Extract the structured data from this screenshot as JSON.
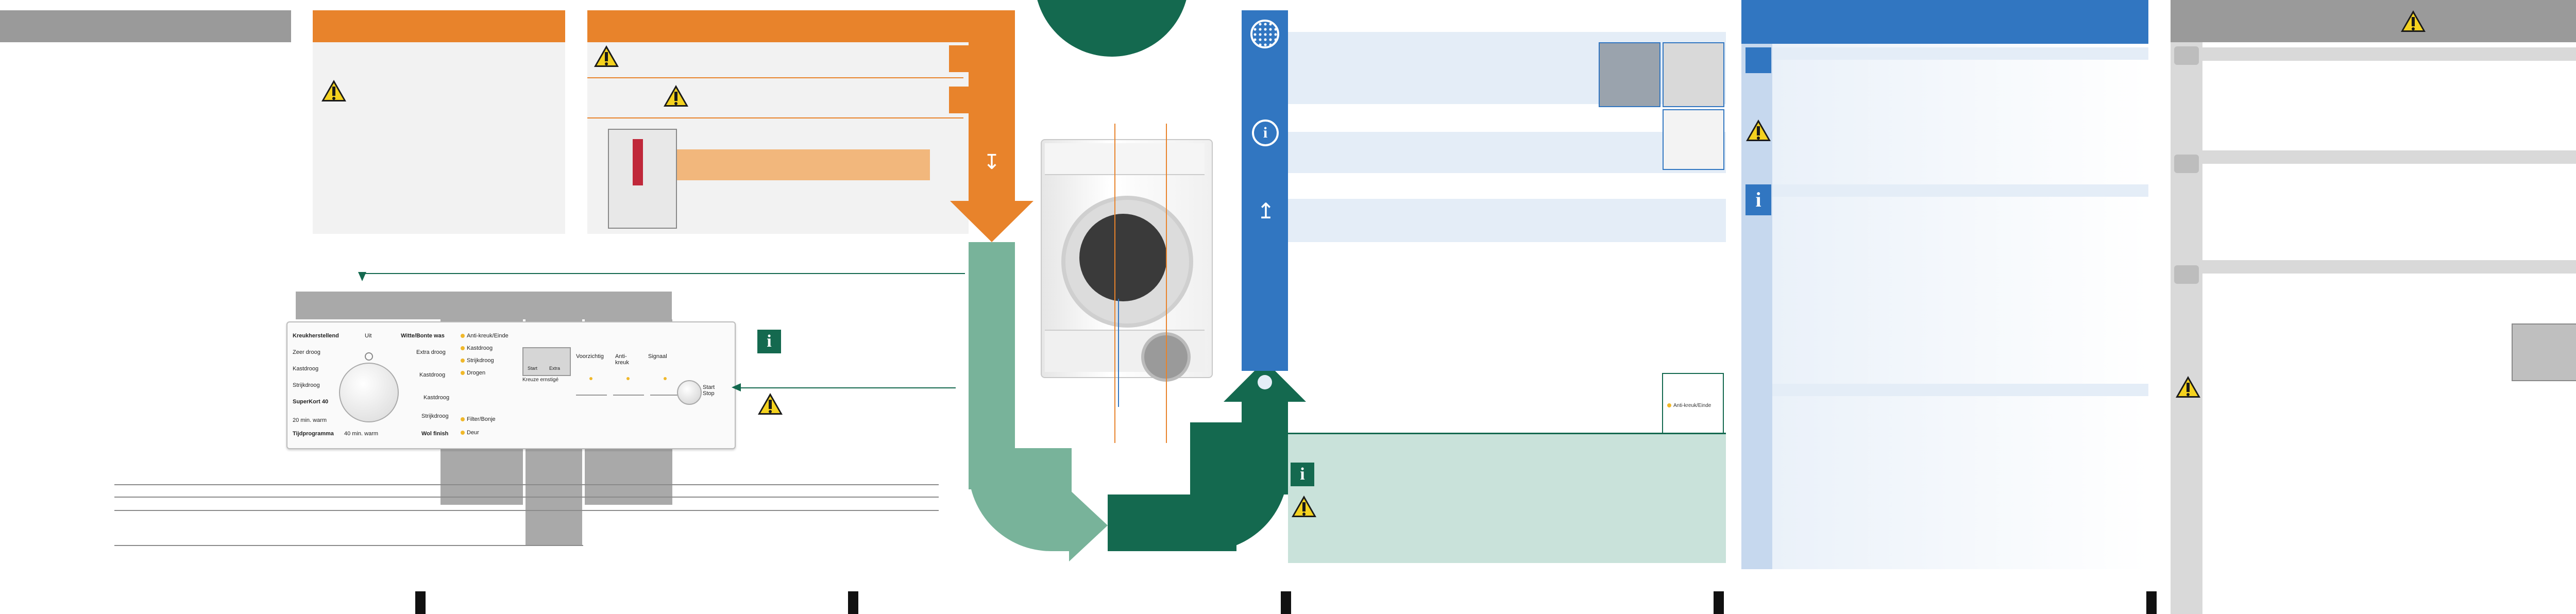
{
  "control_panel": {
    "left_labels": [
      "Kreukherstellend",
      "Zeer droog",
      "Kastdroog",
      "Strijkdroog",
      "SuperKort 40",
      "20 min. warm",
      "Tijdprogramma"
    ],
    "top_label": "Uit",
    "right_labels": [
      "Witte/Bonte was",
      "Extra droog",
      "Kastdroog",
      "Kastdroog",
      "Strijkdroog",
      "Wol finish"
    ],
    "bottom_label": "40 min. warm",
    "status_items": [
      "Anti-kreuk/Einde",
      "Kastdroog",
      "Strijkdroog",
      "Drogen",
      "Filter/Bonje",
      "Deur"
    ],
    "display_left": "Start",
    "display_right": "Extra",
    "display_caption": "Kreuze ernstigé",
    "button_labels": [
      "Voorzichtig",
      "Anti-kreuk",
      "Signaal"
    ],
    "start_label": "Start\nStop"
  },
  "indicator_label": "Anti-kreuk/Einde",
  "colors": {
    "orange": "#e8832b",
    "blue": "#3176c1",
    "green": "#14694f",
    "green_light": "#78b39a",
    "grey": "#9a9a9a"
  }
}
